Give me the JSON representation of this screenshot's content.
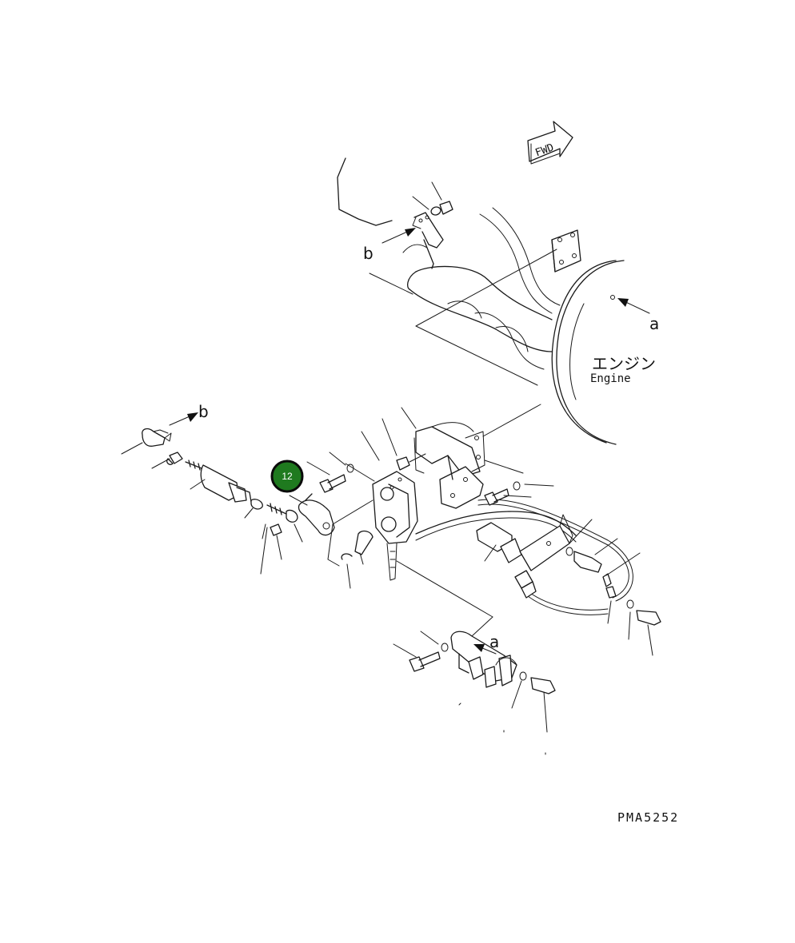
{
  "labels": {
    "fwd": "FWD",
    "engine_jp": "エンジン",
    "engine_en": "Engine",
    "ref_a": "a",
    "ref_b": "b",
    "drawing_code": "PMA5252"
  },
  "callout": {
    "number": "12",
    "color": "#1f7a1f",
    "ring_color": "#0b0b0b"
  }
}
